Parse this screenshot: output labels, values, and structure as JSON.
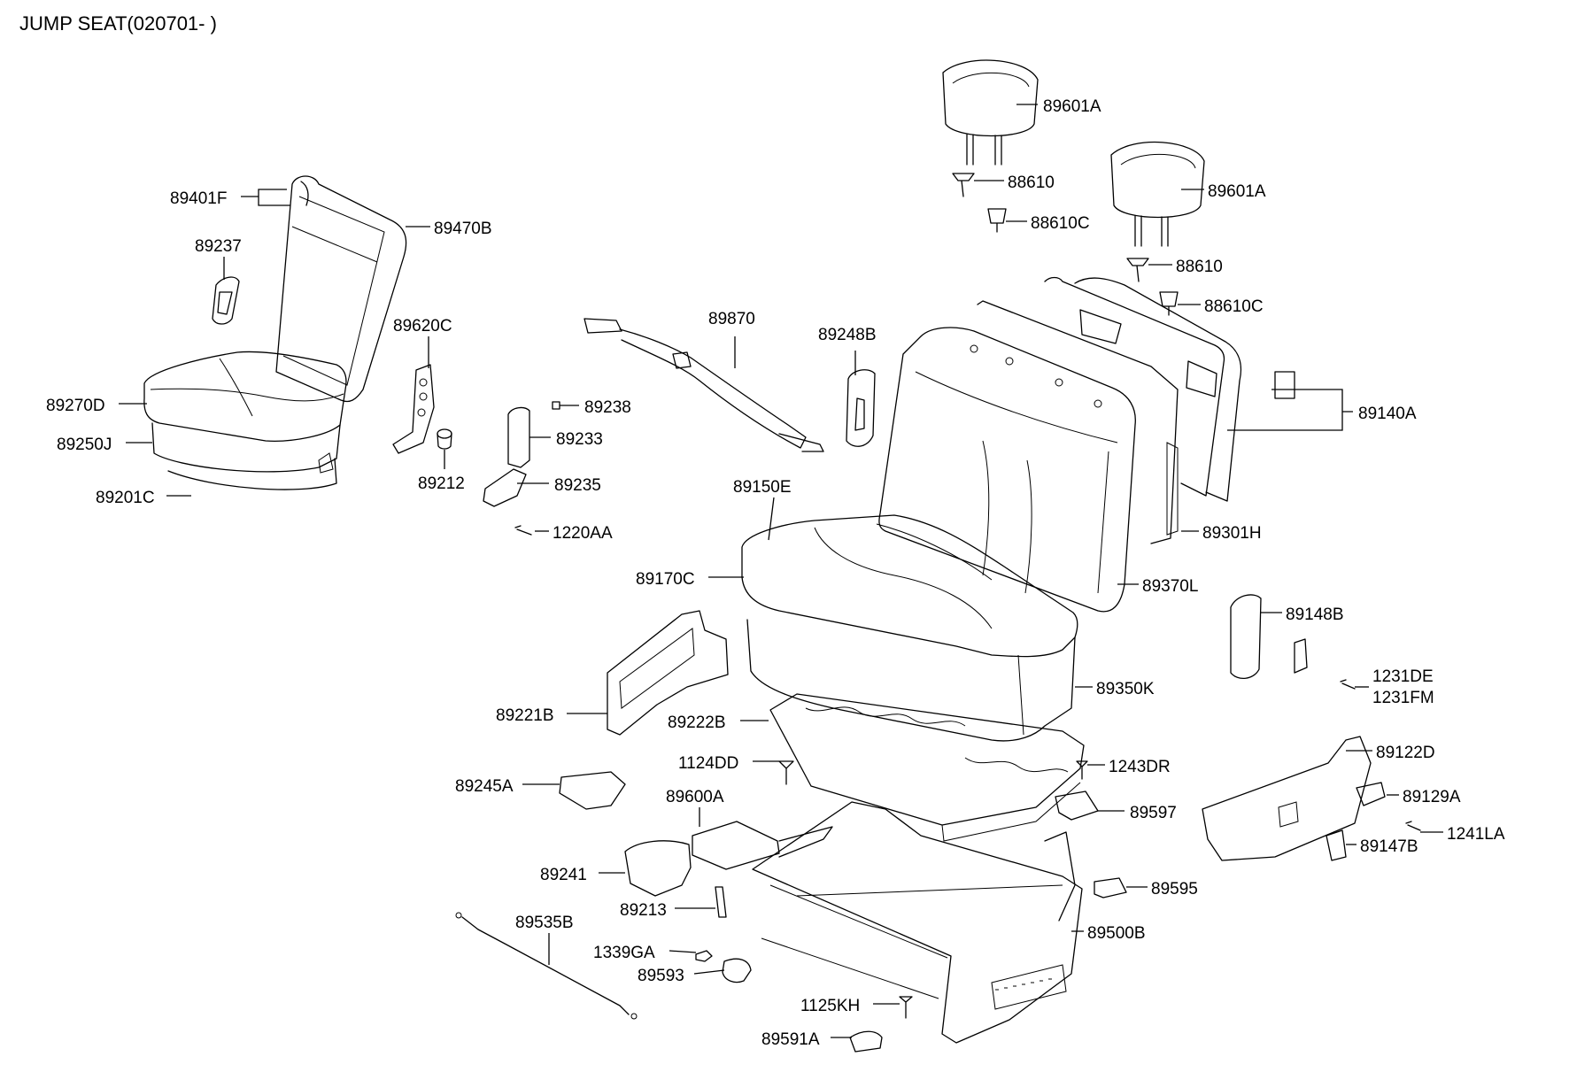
{
  "title": "JUMP SEAT(020701- )",
  "labels": {
    "89601A_1": "89601A",
    "88610_1": "88610",
    "88610C_1": "88610C",
    "89601A_2": "89601A",
    "88610_2": "88610",
    "88610C_2": "88610C",
    "89401F": "89401F",
    "89470B": "89470B",
    "89237": "89237",
    "89620C": "89620C",
    "89270D": "89270D",
    "89250J": "89250J",
    "89201C": "89201C",
    "89212": "89212",
    "89870": "89870",
    "89248B": "89248B",
    "89238": "89238",
    "89233": "89233",
    "89235": "89235",
    "1220AA": "1220AA",
    "89140A": "89140A",
    "89150E": "89150E",
    "89301H": "89301H",
    "89170C": "89170C",
    "89370L": "89370L",
    "89148B": "89148B",
    "1231DE": "1231DE",
    "1231FM": "1231FM",
    "89350K": "89350K",
    "89221B": "89221B",
    "89222B": "89222B",
    "1124DD": "1124DD",
    "1243DR": "1243DR",
    "89122D": "89122D",
    "89245A": "89245A",
    "89129A": "89129A",
    "89600A": "89600A",
    "89597": "89597",
    "1241LA": "1241LA",
    "89147B": "89147B",
    "89241": "89241",
    "89595": "89595",
    "89213": "89213",
    "89535B": "89535B",
    "89500B": "89500B",
    "1339GA": "1339GA",
    "89593": "89593",
    "1125KH": "1125KH",
    "89591A": "89591A"
  }
}
